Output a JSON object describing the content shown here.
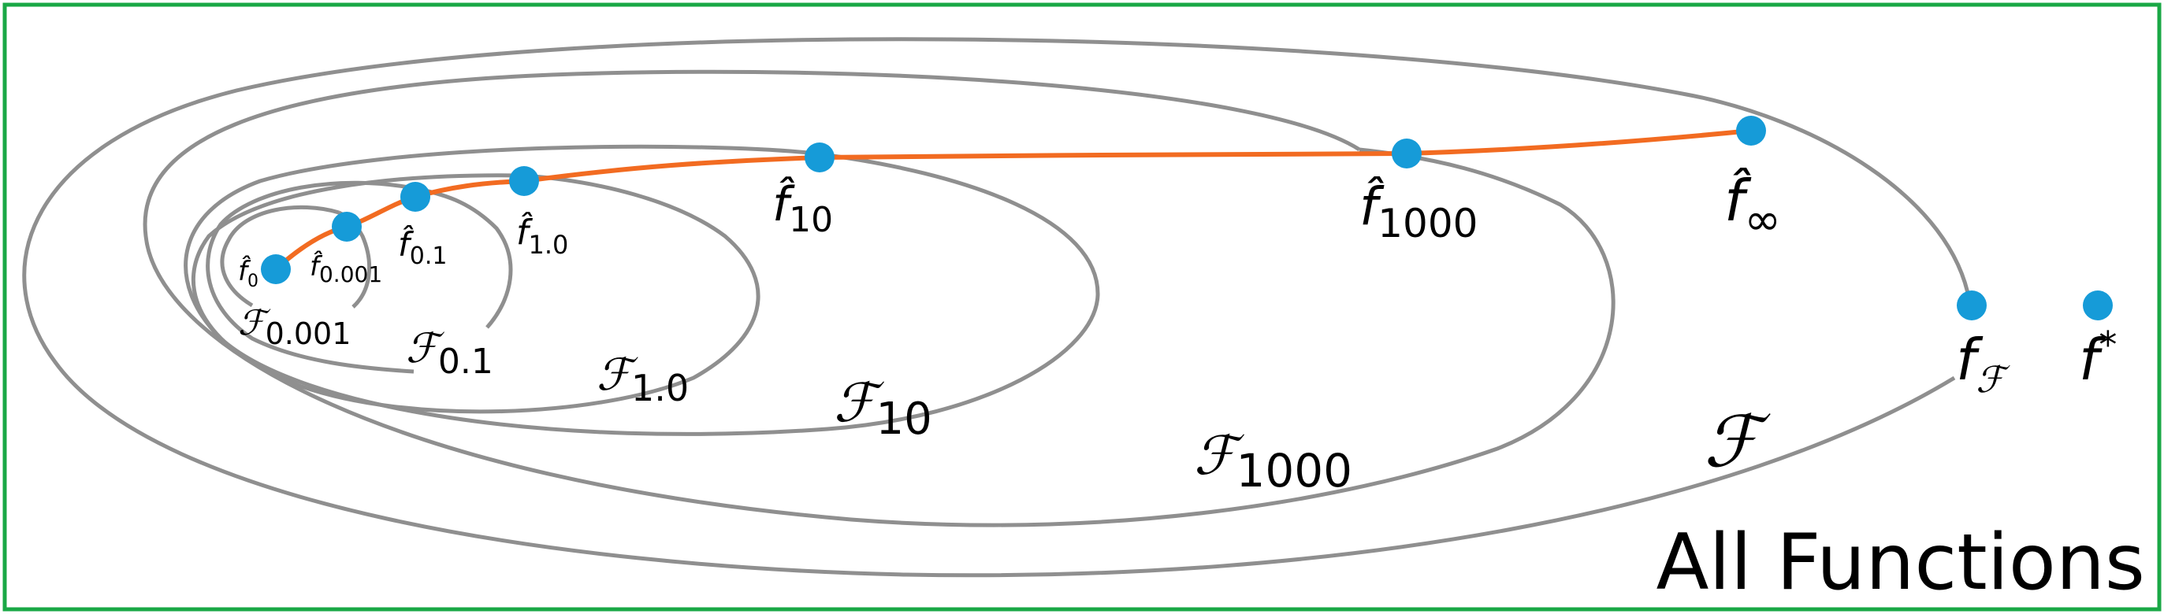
{
  "colors": {
    "frame": "#1aa846",
    "ellipse": "#8f8f8f",
    "path": "#f26b21",
    "point": "#169bd8",
    "text": "#000000"
  },
  "all_functions_label": "All Functions",
  "sets": [
    {
      "id": "F0001",
      "main": "ℱ",
      "sub": "0.001"
    },
    {
      "id": "F01",
      "main": "ℱ",
      "sub": "0.1"
    },
    {
      "id": "F10",
      "main": "ℱ",
      "sub": "1.0"
    },
    {
      "id": "F100",
      "main": "ℱ",
      "sub": "10"
    },
    {
      "id": "F1000",
      "main": "ℱ",
      "sub": "1000"
    },
    {
      "id": "Fall",
      "main": "ℱ",
      "sub": ""
    }
  ],
  "points": [
    {
      "id": "f0",
      "main": "f̂",
      "sub": "0"
    },
    {
      "id": "f0001",
      "main": "f̂",
      "sub": "0.001"
    },
    {
      "id": "f01",
      "main": "f̂",
      "sub": "0.1"
    },
    {
      "id": "f10",
      "main": "f̂",
      "sub": "1.0"
    },
    {
      "id": "f100",
      "main": "f̂",
      "sub": "10"
    },
    {
      "id": "f1000",
      "main": "f̂",
      "sub": "1000"
    },
    {
      "id": "finf",
      "main": "f̂",
      "sub": "∞"
    },
    {
      "id": "fF",
      "main": "f",
      "sub": "ℱ"
    },
    {
      "id": "fstar",
      "main": "f",
      "sup": "*"
    }
  ]
}
